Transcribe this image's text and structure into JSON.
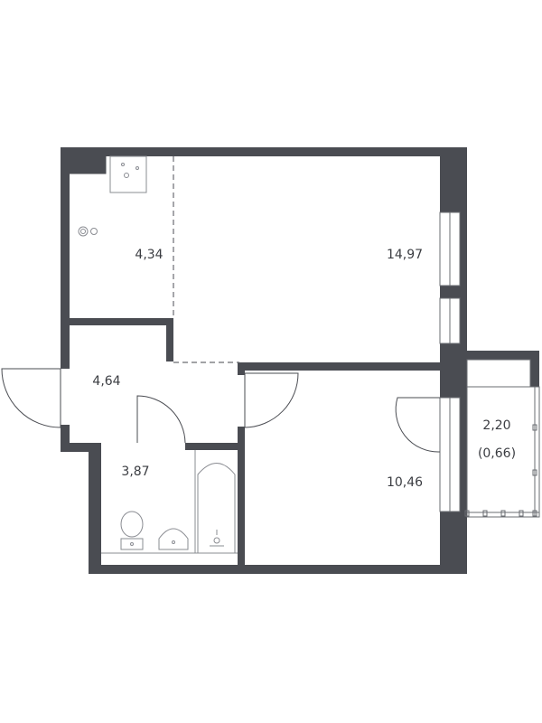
{
  "floor_plan": {
    "colors": {
      "wall": "#4a4c52",
      "line": "#6a6c72",
      "fixture": "#8a8c92",
      "background": "#ffffff"
    },
    "rooms": {
      "kitchen": {
        "area": "4,34"
      },
      "living_room": {
        "area": "14,97"
      },
      "hallway": {
        "area": "4,64"
      },
      "bathroom": {
        "area": "3,87"
      },
      "bedroom": {
        "area": "10,46"
      },
      "balcony": {
        "area": "2,20",
        "reduced_area": "(0,66)"
      }
    }
  }
}
